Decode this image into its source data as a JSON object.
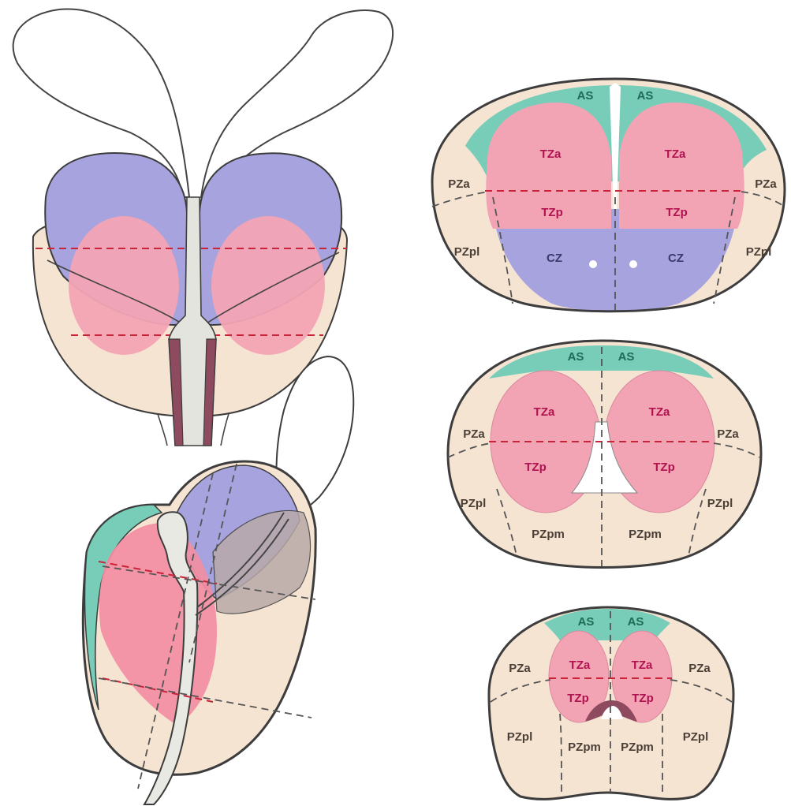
{
  "colors": {
    "peripheral_zone": "#f6e4d2",
    "transition_zone": "#f3a4b4",
    "central_zone": "#a6a3de",
    "anterior_stroma": "#78cdb9",
    "urethra_wall": "#8e4a5e",
    "dashed_boundary": "#c8243a"
  },
  "base_section": {
    "as_left": "AS",
    "as_right": "AS",
    "tza_left": "TZa",
    "tza_right": "TZa",
    "tzp_left": "TZp",
    "tzp_right": "TZp",
    "pza_left": "PZa",
    "pza_right": "PZa",
    "pzpl_left": "PZpl",
    "pzpl_right": "PZpl",
    "cz_left": "CZ",
    "cz_right": "CZ"
  },
  "mid_section": {
    "as_left": "AS",
    "as_right": "AS",
    "tza_left": "TZa",
    "tza_right": "TZa",
    "tzp_left": "TZp",
    "tzp_right": "TZp",
    "pza_left": "PZa",
    "pza_right": "PZa",
    "pzpl_left": "PZpl",
    "pzpl_right": "PZpl",
    "pzpm_left": "PZpm",
    "pzpm_right": "PZpm"
  },
  "apex_section": {
    "as_left": "AS",
    "as_right": "AS",
    "tza_left": "TZa",
    "tza_right": "TZa",
    "tzp_left": "TZp",
    "tzp_right": "TZp",
    "pza_left": "PZa",
    "pza_right": "PZa",
    "pzpl_left": "PZpl",
    "pzpl_right": "PZpl",
    "pzpm_left": "PZpm",
    "pzpm_right": "PZpm"
  }
}
